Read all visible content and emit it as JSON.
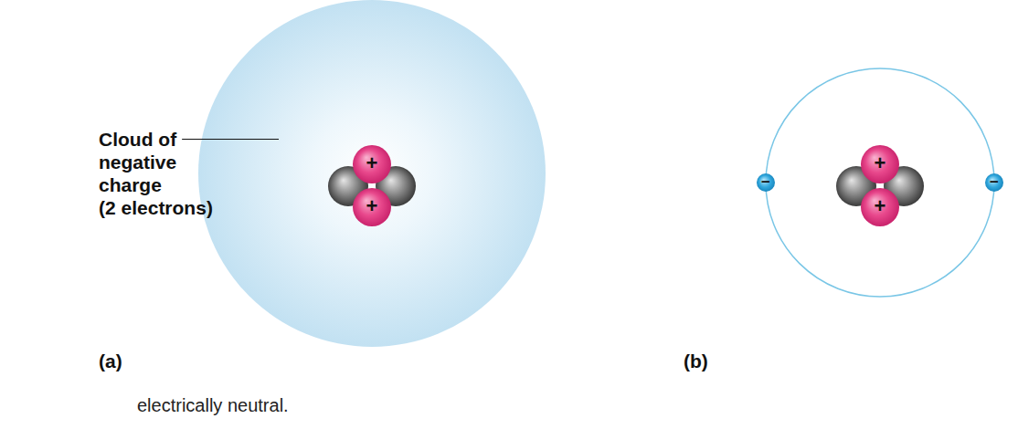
{
  "diagram": {
    "labels": [
      "Cloud of negative charge (2 electrons)",
      "(a)",
      "(b)",
      "electrically neutral.",
      "+",
      "+",
      "+",
      "+",
      "−",
      "−"
    ]
  }
}
